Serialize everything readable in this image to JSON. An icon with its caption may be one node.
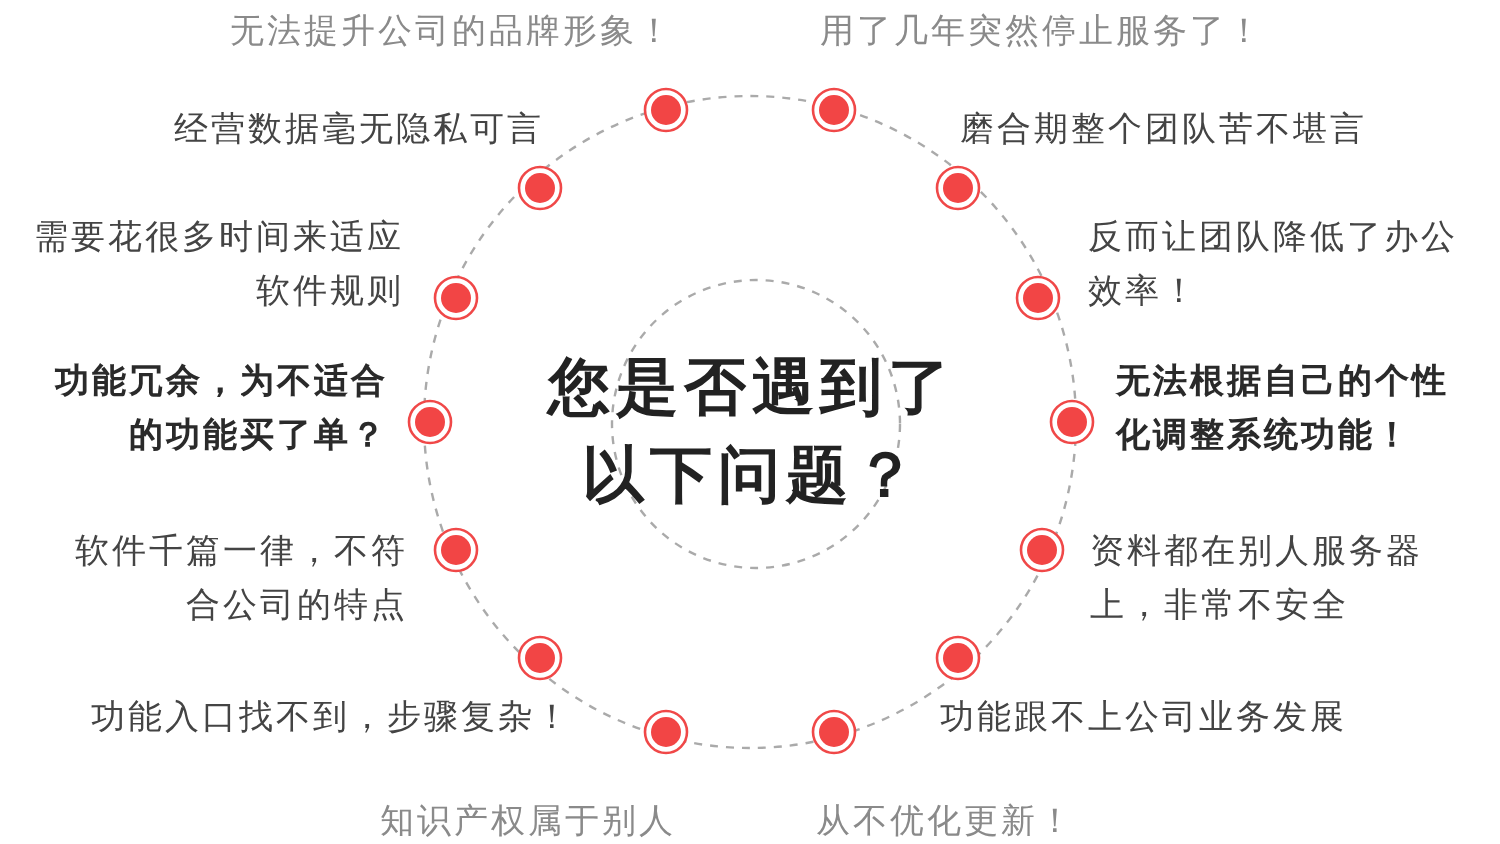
{
  "diagram": {
    "title": "您是否遇到了以下问题？",
    "labels": [
      "无法提升公司的品牌形象！",
      "用了几年突然停止服务了！",
      "经营数据毫无隐私可言",
      "磨合期整个团队苦不堪言",
      "需要花很多时间来适应软件规则",
      "反而让团队降低了办公效率！",
      "功能冗余，为不适合的功能买了单？",
      "无法根据自己的个性化调整系统功能！",
      "软件千篇一律，不符合公司的特点",
      "资料都在别人服务器上，非常不安全",
      "功能入口找不到，步骤复杂！",
      "功能跟不上公司业务发展",
      "知识产权属于别人",
      "从不优化更新！"
    ]
  }
}
